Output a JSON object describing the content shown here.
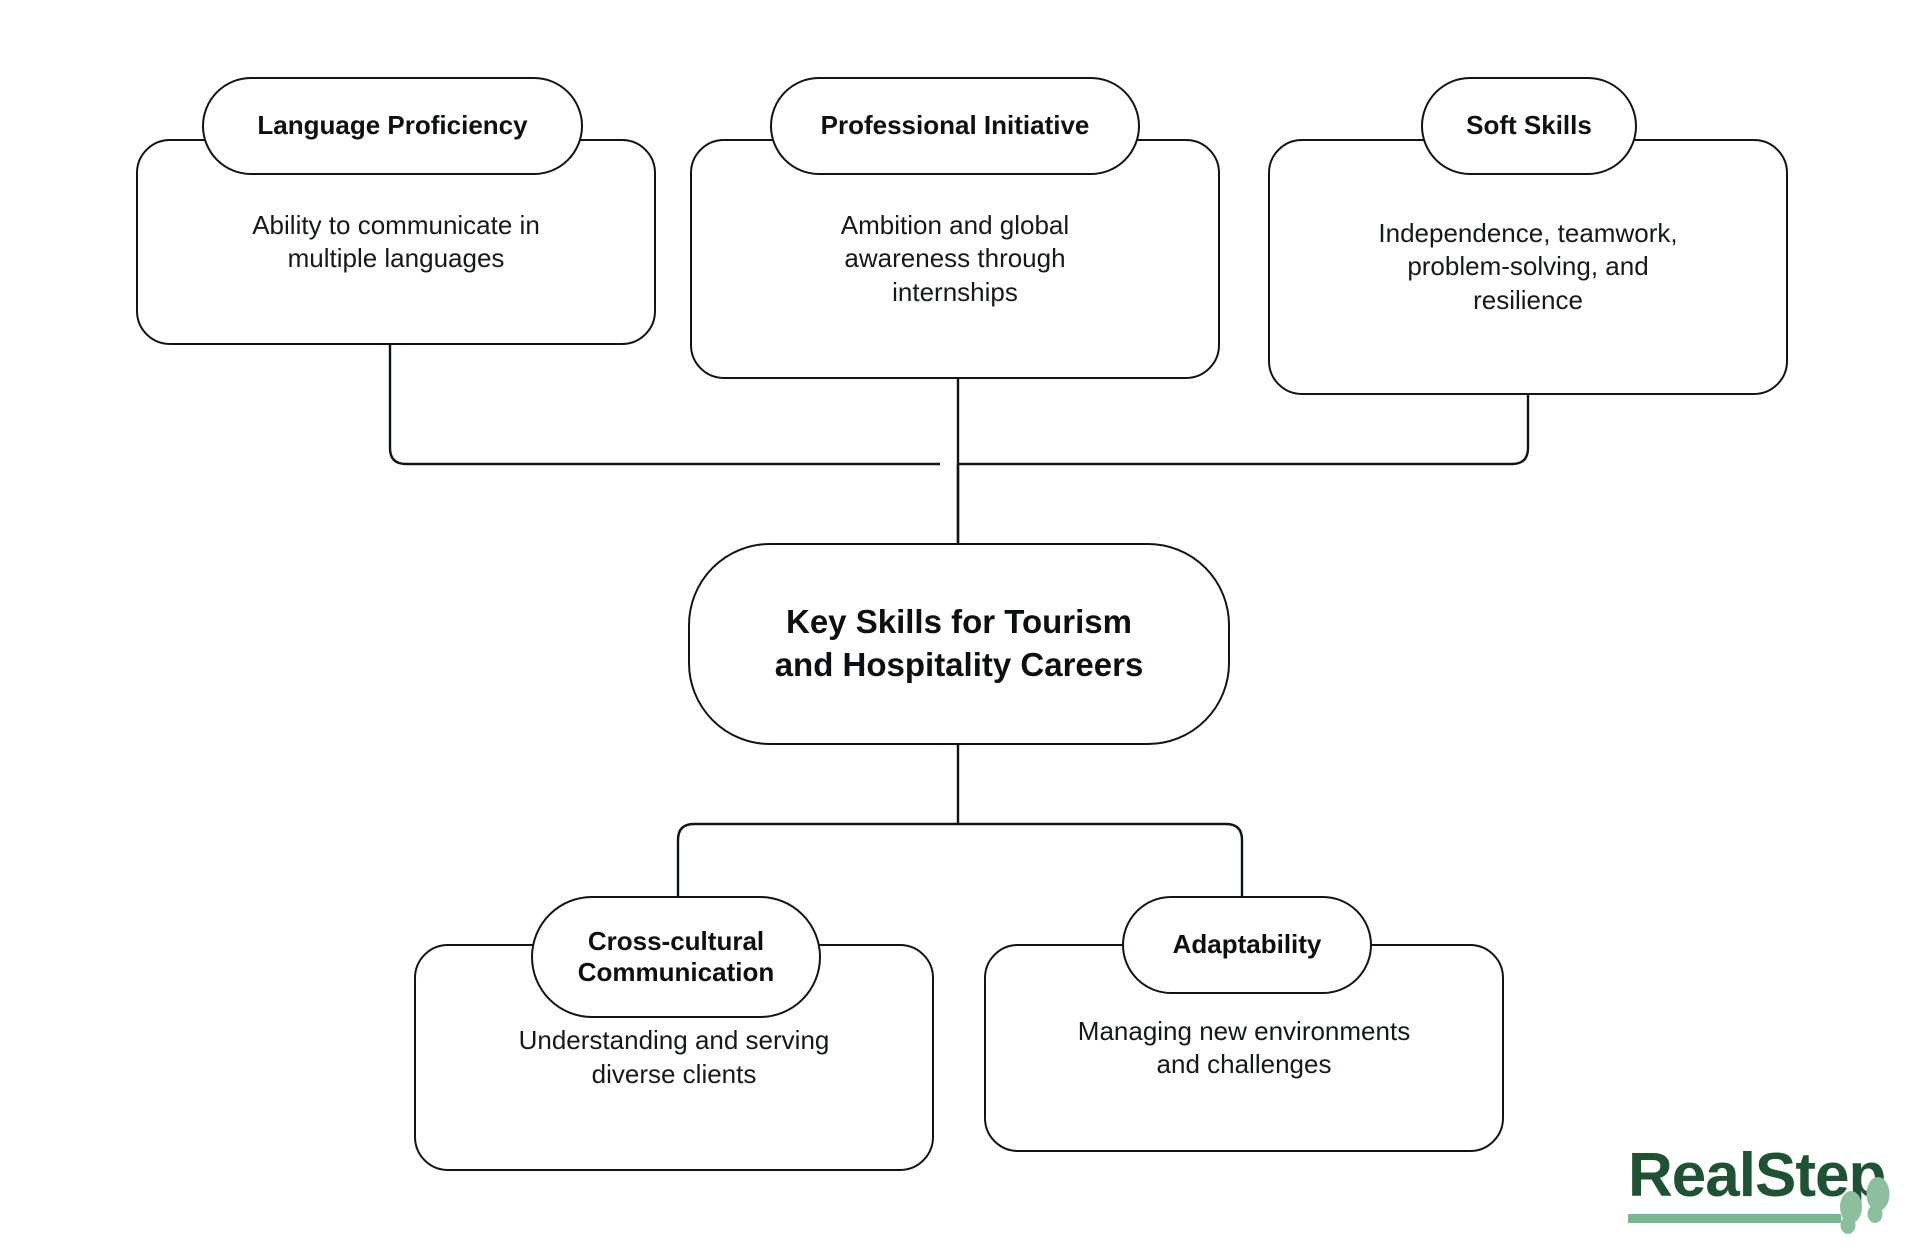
{
  "diagram": {
    "type": "hub-and-spoke concept map",
    "hub": {
      "title": "Key Skills for Tourism\nand Hospitality Careers"
    },
    "upper_nodes": [
      {
        "id": "language-proficiency",
        "title": "Language Proficiency",
        "description": "Ability to communicate in\nmultiple languages"
      },
      {
        "id": "professional-initiative",
        "title": "Professional Initiative",
        "description": "Ambition and global\nawareness through\ninternships"
      },
      {
        "id": "soft-skills",
        "title": "Soft Skills",
        "description": "Independence, teamwork,\nproblem-solving, and\nresilience"
      }
    ],
    "lower_nodes": [
      {
        "id": "cross-cultural-communication",
        "title": "Cross-cultural\nCommunication",
        "description": "Understanding and serving\ndiverse clients"
      },
      {
        "id": "adaptability",
        "title": "Adaptability",
        "description": "Managing new environments\nand challenges"
      }
    ]
  },
  "logo": {
    "text": "RealStep",
    "text_color": "#1f5233",
    "rule_color": "#7cb592",
    "footprint_color": "#8cbf9e"
  },
  "colors": {
    "background": "#ffffff",
    "stroke": "#111417",
    "text": "#16191c"
  }
}
